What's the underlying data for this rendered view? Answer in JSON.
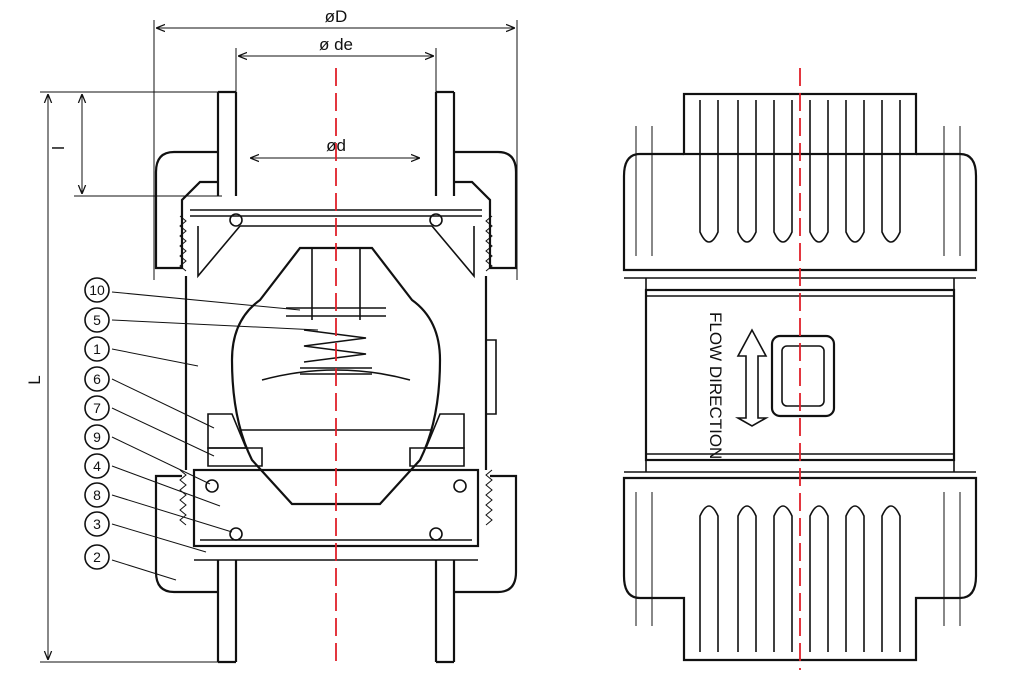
{
  "colors": {
    "line": "#111111",
    "centerline": "#e0202a",
    "background": "#ffffff"
  },
  "dimensions": {
    "outer_diameter": "øD",
    "socket_outer_diameter": "ø de",
    "inner_diameter": "ød",
    "socket_length": "l",
    "total_length": "L"
  },
  "callouts": [
    "10",
    "5",
    "1",
    "6",
    "7",
    "9",
    "4",
    "8",
    "3",
    "2"
  ],
  "side_view": {
    "flow_label": "FLOW DIRECTION"
  }
}
